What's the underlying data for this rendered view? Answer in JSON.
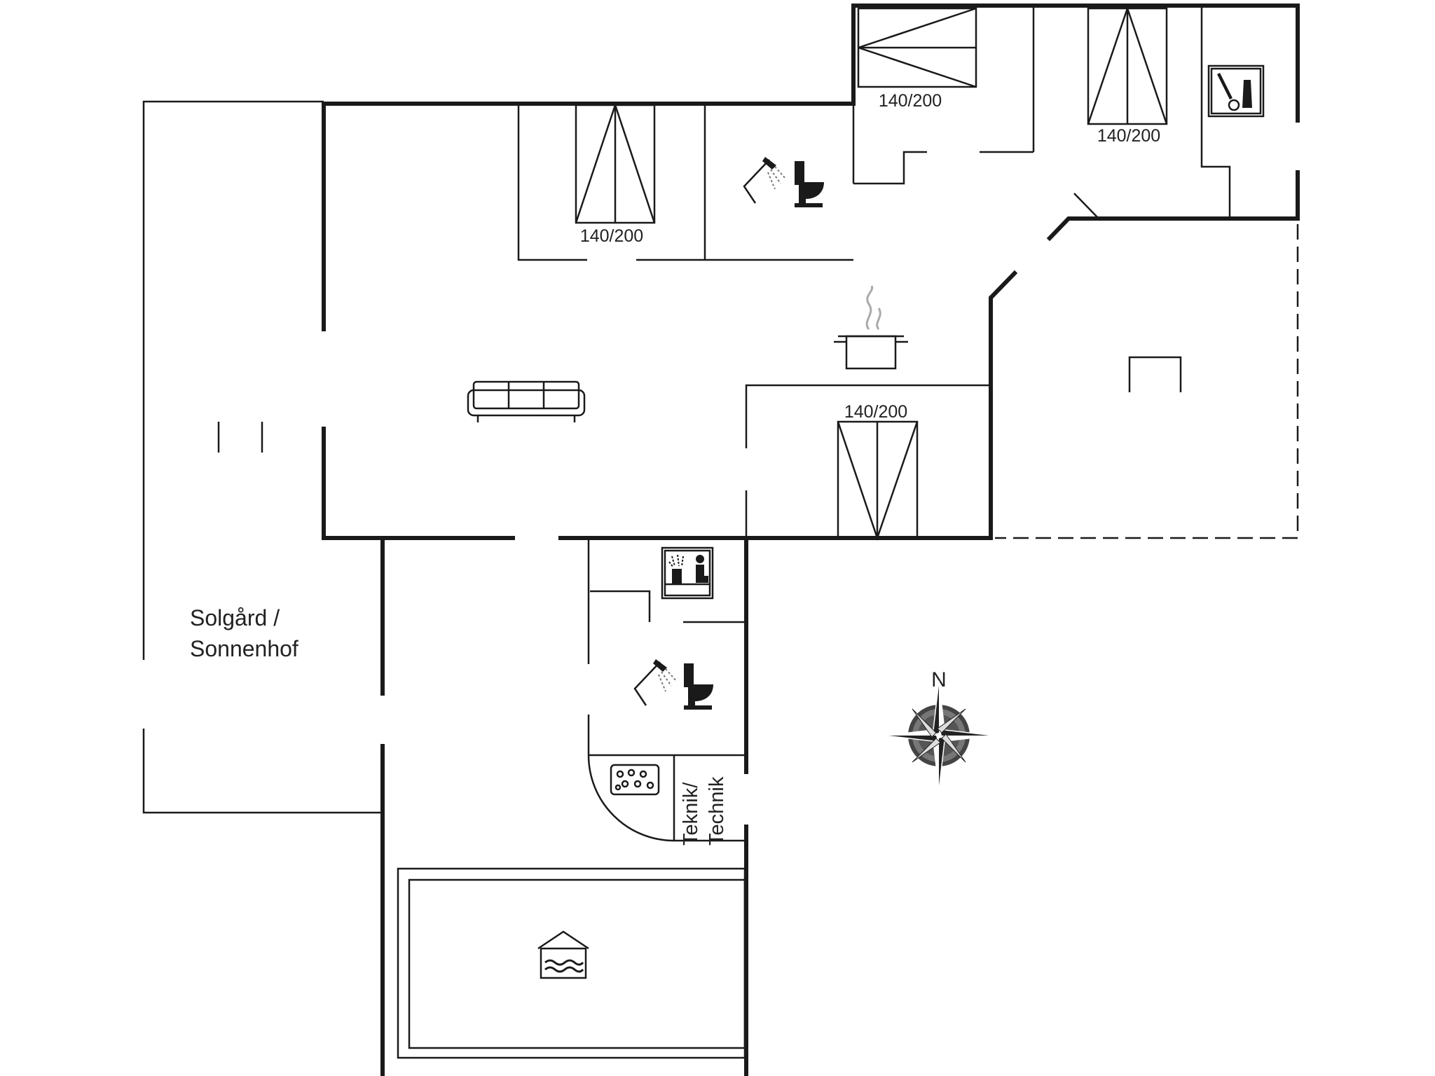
{
  "rooms": {
    "bed_labels": [
      "140/200",
      "140/200",
      "140/200",
      "140/200"
    ],
    "courtyard_label_line1": "Solgård /",
    "courtyard_label_line2": "Sonnenhof",
    "technik_line1": "Teknik/",
    "technik_line2": "Technik"
  },
  "compass": {
    "north_label": "N"
  },
  "icons": [
    "sofa-icon",
    "cooking-pot-icon",
    "shower-icon",
    "toilet-icon",
    "sauna-icon",
    "whirlpool-icon",
    "swimming-pool-icon",
    "washing-machine-icon",
    "compass-rose-icon"
  ],
  "colors": {
    "line": "#1a1a1a",
    "background": "#ffffff"
  }
}
